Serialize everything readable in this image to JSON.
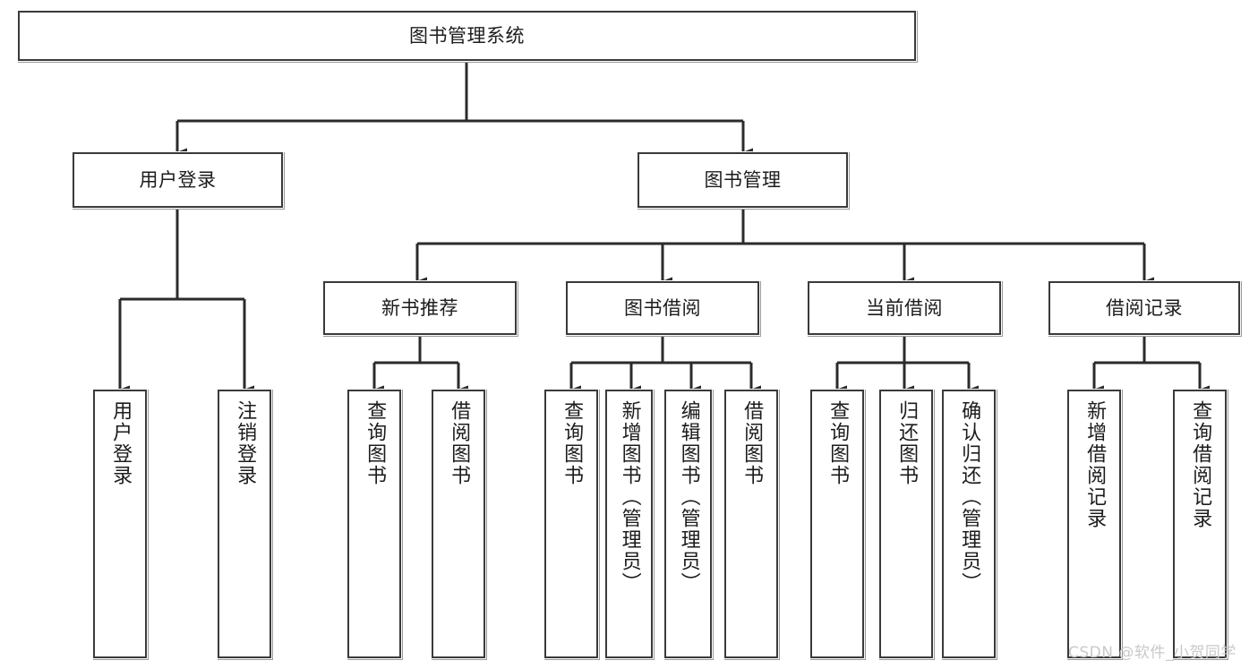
{
  "diagram": {
    "type": "tree-hierarchy",
    "title": "图书管理系统",
    "root": {
      "id": "root",
      "label": "图书管理系统"
    },
    "level1": [
      {
        "id": "user-login",
        "label": "用户登录"
      },
      {
        "id": "book-manage",
        "label": "图书管理"
      }
    ],
    "level2": [
      {
        "id": "new-book-recommend",
        "label": "新书推荐",
        "parent": "book-manage"
      },
      {
        "id": "book-borrow",
        "label": "图书借阅",
        "parent": "book-manage"
      },
      {
        "id": "current-borrow",
        "label": "当前借阅",
        "parent": "book-manage"
      },
      {
        "id": "borrow-record",
        "label": "借阅记录",
        "parent": "book-manage"
      }
    ],
    "leaves": [
      {
        "id": "leaf-user-login",
        "label": "用户登录",
        "parent": "user-login"
      },
      {
        "id": "leaf-logout",
        "label": "注销登录",
        "parent": "user-login"
      },
      {
        "id": "leaf-query-book-1",
        "label": "查询图书",
        "parent": "new-book-recommend"
      },
      {
        "id": "leaf-borrow-book-1",
        "label": "借阅图书",
        "parent": "new-book-recommend"
      },
      {
        "id": "leaf-query-book-2",
        "label": "查询图书",
        "parent": "book-borrow"
      },
      {
        "id": "leaf-add-book",
        "label": "新增图书（管理员）",
        "parent": "book-borrow"
      },
      {
        "id": "leaf-edit-book",
        "label": "编辑图书（管理员）",
        "parent": "book-borrow"
      },
      {
        "id": "leaf-borrow-book-2",
        "label": "借阅图书",
        "parent": "book-borrow"
      },
      {
        "id": "leaf-query-book-3",
        "label": "查询图书",
        "parent": "current-borrow"
      },
      {
        "id": "leaf-return-book",
        "label": "归还图书",
        "parent": "current-borrow"
      },
      {
        "id": "leaf-confirm-return",
        "label": "确认归还（管理员）",
        "parent": "current-borrow"
      },
      {
        "id": "leaf-add-record",
        "label": "新增借阅记录",
        "parent": "borrow-record"
      },
      {
        "id": "leaf-query-record",
        "label": "查询借阅记录",
        "parent": "borrow-record"
      }
    ],
    "colors": {
      "box_border": "#3a3a3a",
      "box_fill": "#ffffff",
      "connector": "#2b2b2b",
      "text": "#1c1c1c",
      "watermark": "#c9c9c9",
      "background": "#ffffff"
    }
  },
  "watermark": {
    "text": "CSDN @软件_小贺同学"
  }
}
